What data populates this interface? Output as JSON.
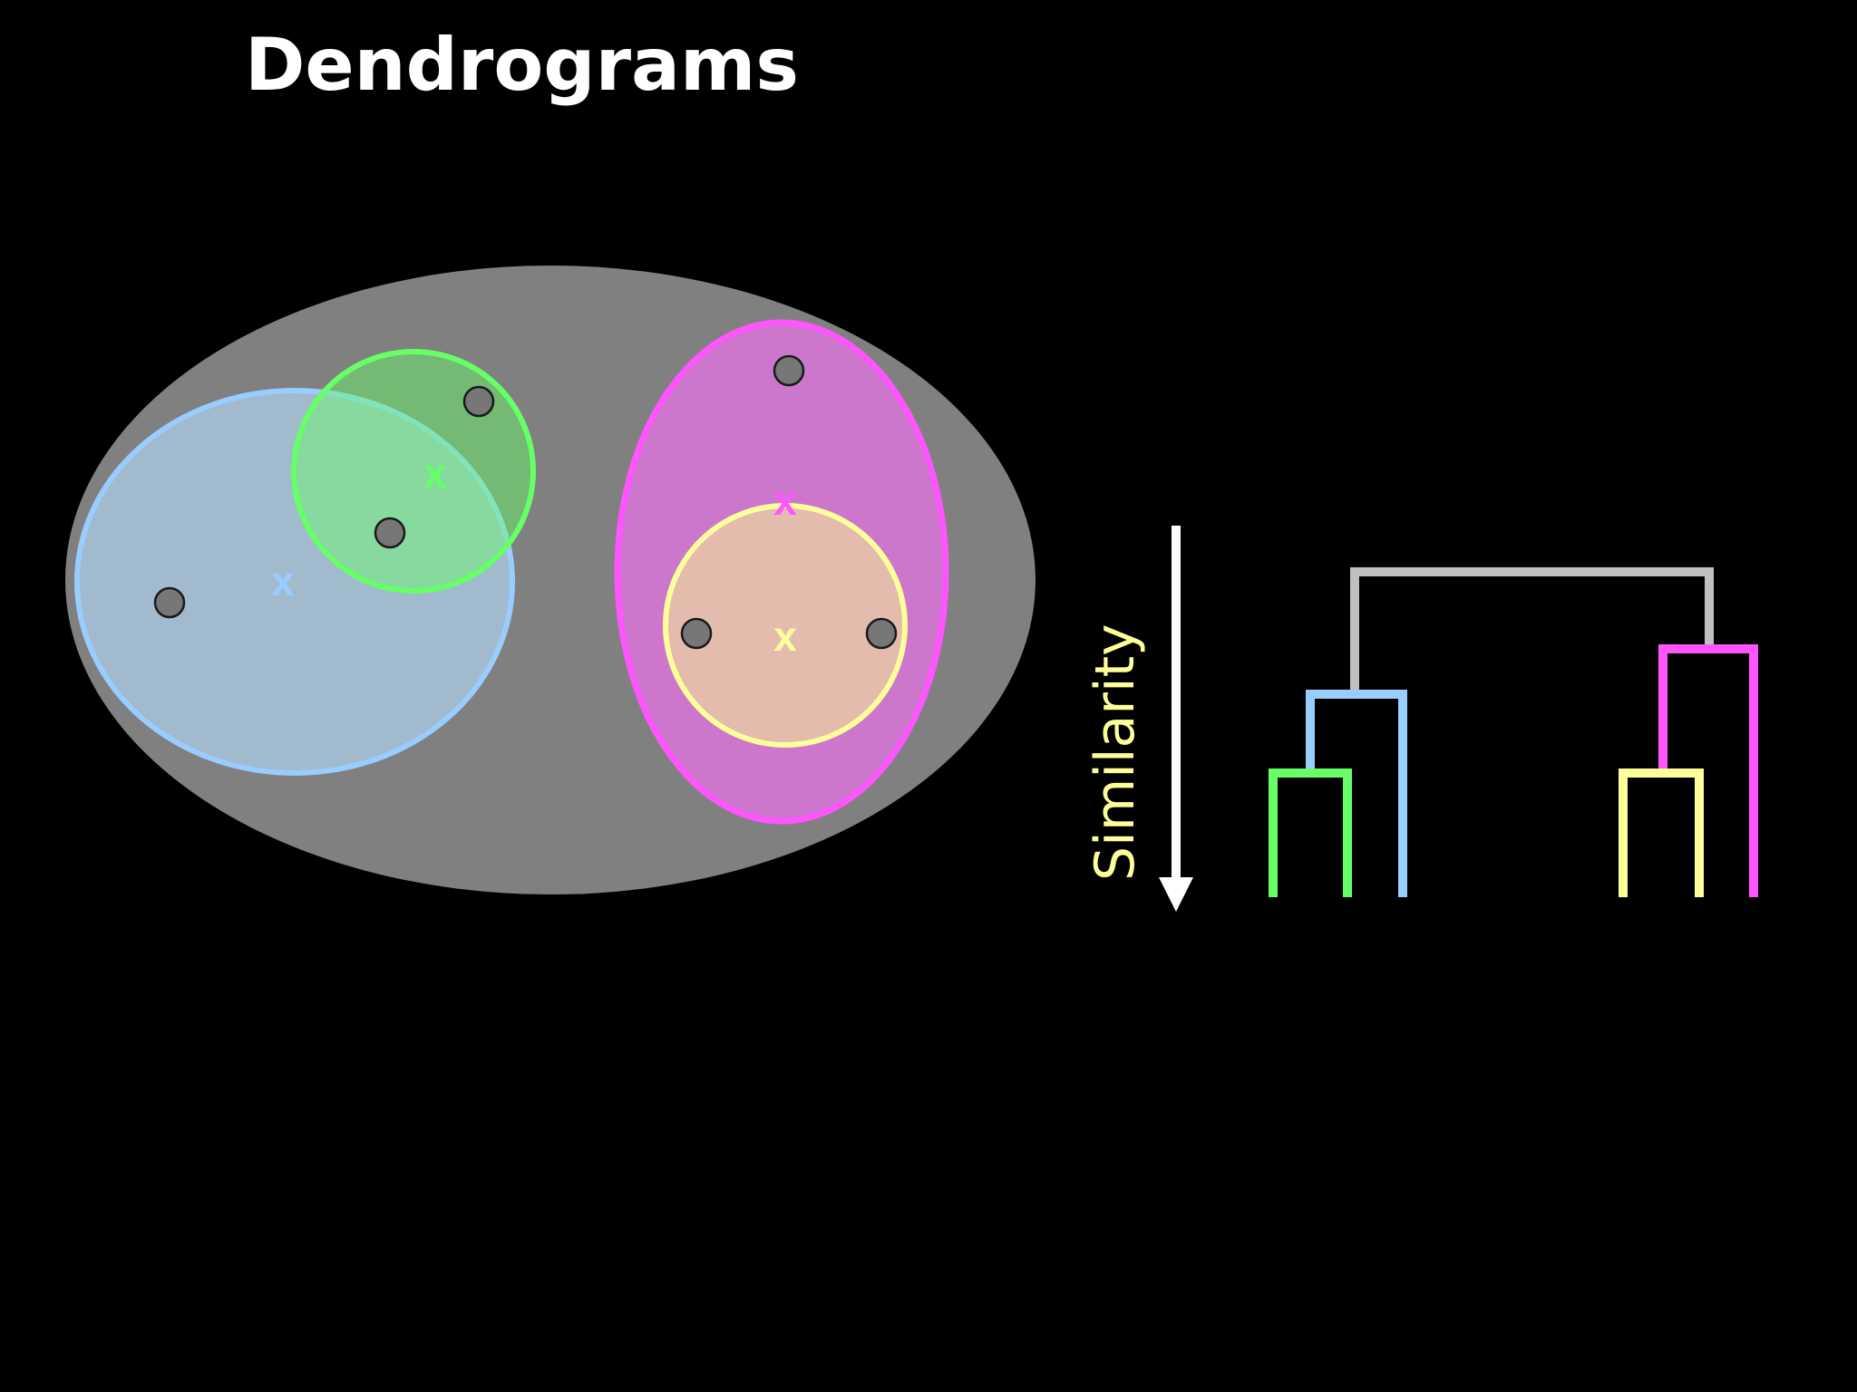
{
  "slide": {
    "title": "Dendrograms",
    "background": "#000000"
  },
  "venn": {
    "outer_cluster_fill": "#808080",
    "clusters": [
      {
        "name": "blue",
        "stroke": "#99ccff",
        "fill": "#a8c4dc",
        "centroid_mark": "x"
      },
      {
        "name": "green",
        "stroke": "#66ff66",
        "fill": "#80e080",
        "centroid_mark": "x"
      },
      {
        "name": "magenta",
        "stroke": "#ff55ff",
        "fill": "#cc77cc",
        "centroid_mark": "x"
      },
      {
        "name": "yellow",
        "stroke": "#ffff99",
        "fill": "#e4bcae",
        "centroid_mark": "x"
      }
    ],
    "point_count": 6,
    "point_fill": "#777777"
  },
  "axis": {
    "label": "Similarity",
    "label_color": "#ffff99",
    "arrow_color": "#ffffff",
    "direction": "down"
  },
  "dendrogram": {
    "root_color": "#c0c0c0",
    "branch_colors": [
      "#99ccff",
      "#66ff66",
      "#ff55ff",
      "#ffff99"
    ]
  }
}
